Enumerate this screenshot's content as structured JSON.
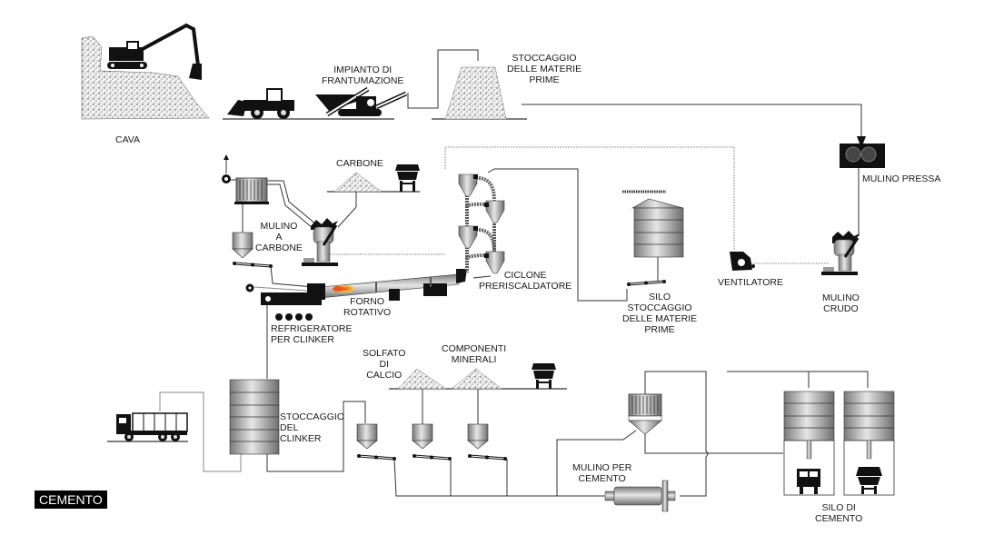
{
  "title": "CEMENTO",
  "labels": {
    "cava": "CAVA",
    "impianto": "IMPIANTO DI\nFRANTUMAZIONE",
    "stoccaggio_materie": "STOCCAGGIO\nDELLE MATERIE\nPRIME",
    "mulino_pressa": "MULINO PRESSA",
    "carbone": "CARBONE",
    "mulino_carbone": "MULINO\nA\nCARBONE",
    "ciclone": "CICLONE\nPRERISCALDATORE",
    "forno": "FORNO\nROTATIVO",
    "refrigeratore": "REFRIGERATORE\nPER CLINKER",
    "silo_stoccaggio": "SILO\nSTOCCAGGIO\nDELLE MATERIE\nPRIME",
    "ventilatore": "VENTILATORE",
    "mulino_crudo": "MULINO\nCRUDO",
    "solfato": "SOLFATO\nDI\nCALCIO",
    "componenti": "COMPONENTI\nMINERALI",
    "stoccaggio_clinker": "STOCCAGGIO\nDEL\nCLINKER",
    "mulino_cemento": "MULINO PER\nCEMENTO",
    "silo_cemento": "SILO DI\nCEMENTO"
  },
  "icons": {
    "excavator": "excavator-icon",
    "loader": "wheel-loader-icon",
    "crusher": "crusher-icon",
    "stockpile": "stockpile-icon",
    "roller_press": "roller-press-icon",
    "vertical_mill": "vertical-mill-icon",
    "bag_filter": "bag-filter-icon",
    "hopper": "hopper-icon",
    "conveyor": "conveyor-icon",
    "kiln": "rotary-kiln-icon",
    "cyclone": "cyclone-icon",
    "silo": "silo-icon",
    "fan": "fan-icon",
    "cooler": "clinker-cooler-icon",
    "truck": "dump-truck-icon",
    "ball_mill": "ball-mill-icon",
    "separator": "separator-icon",
    "bagging": "bagging-machine-icon"
  },
  "colors": {
    "line": "#333333",
    "equipment_dark": "#111111",
    "metal_light": "#e0e0e0",
    "metal_dark": "#7a7a7a",
    "flame_outer": "#f5d23a",
    "flame_inner": "#e8541c"
  }
}
